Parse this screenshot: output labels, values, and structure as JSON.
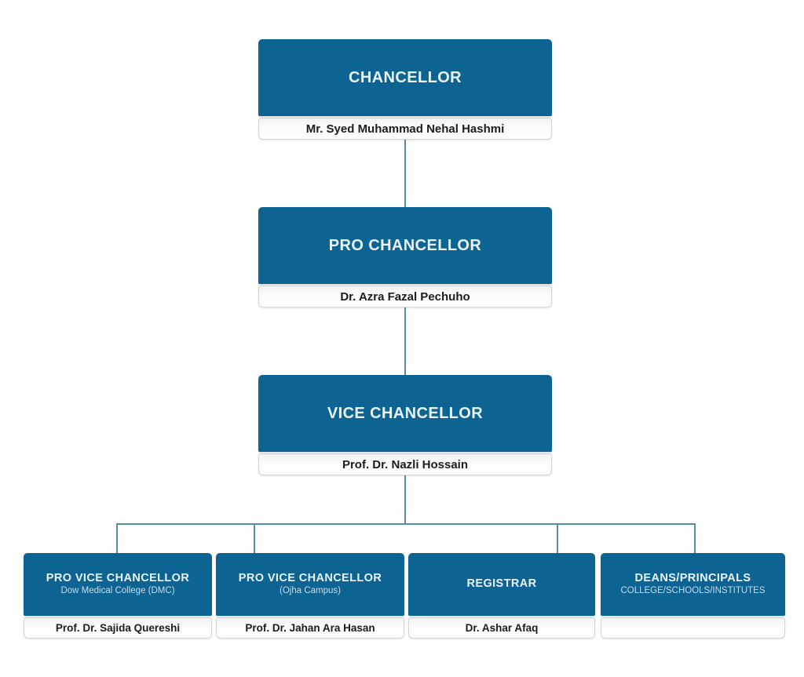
{
  "chart_data": {
    "type": "diagram",
    "diagram_kind": "organization-chart",
    "title": "",
    "accent_color": "#0d6392",
    "connector_color": "#5b8aa6",
    "name_bar_color": "#ffffff",
    "title_text_color": "#e9f4fb",
    "subtitle_text_color": "#c7dcea",
    "levels": 4,
    "nodes": [
      {
        "id": "chancellor",
        "title": "CHANCELLOR",
        "subtitle": "",
        "name": "Mr. Syed Muhammad Nehal Hashmi",
        "level": 1,
        "parent": null
      },
      {
        "id": "pro-chancellor",
        "title": "PRO CHANCELLOR",
        "subtitle": "",
        "name": "Dr. Azra Fazal Pechuho",
        "level": 2,
        "parent": "chancellor"
      },
      {
        "id": "vice-chancellor",
        "title": "VICE CHANCELLOR",
        "subtitle": "",
        "name": "Prof. Dr. Nazli Hossain",
        "level": 3,
        "parent": "pro-chancellor"
      },
      {
        "id": "pvc-dmc",
        "title": "PRO VICE CHANCELLOR",
        "subtitle": "Dow Medical College (DMC)",
        "name": "Prof. Dr. Sajida Quereshi",
        "level": 4,
        "parent": "vice-chancellor"
      },
      {
        "id": "pvc-ojha",
        "title": "PRO VICE CHANCELLOR",
        "subtitle": "(Ojha Campus)",
        "name": "Prof. Dr. Jahan Ara Hasan",
        "level": 4,
        "parent": "vice-chancellor"
      },
      {
        "id": "registrar",
        "title": "REGISTRAR",
        "subtitle": "",
        "name": "Dr. Ashar Afaq",
        "level": 4,
        "parent": "vice-chancellor"
      },
      {
        "id": "deans-principals",
        "title": "DEANS/PRINCIPALS",
        "subtitle": "COLLEGE/SCHOOLS/INSTITUTES",
        "name": "",
        "level": 4,
        "parent": "vice-chancellor"
      }
    ]
  },
  "chancellor": {
    "title": "CHANCELLOR",
    "name": "Mr. Syed Muhammad Nehal Hashmi"
  },
  "pro_chancellor": {
    "title": "PRO CHANCELLOR",
    "name": "Dr. Azra Fazal Pechuho"
  },
  "vice_chancellor": {
    "title": "VICE CHANCELLOR",
    "name": "Prof. Dr. Nazli Hossain"
  },
  "pvc_dmc": {
    "title": "PRO VICE CHANCELLOR",
    "subtitle": "Dow Medical College (DMC)",
    "name": "Prof. Dr. Sajida Quereshi"
  },
  "pvc_ojha": {
    "title": "PRO VICE CHANCELLOR",
    "subtitle": "(Ojha Campus)",
    "name": "Prof. Dr. Jahan Ara Hasan"
  },
  "registrar": {
    "title": "REGISTRAR",
    "subtitle": "",
    "name": "Dr. Ashar Afaq"
  },
  "deans": {
    "title": "DEANS/PRINCIPALS",
    "subtitle": "COLLEGE/SCHOOLS/INSTITUTES",
    "name": ""
  }
}
